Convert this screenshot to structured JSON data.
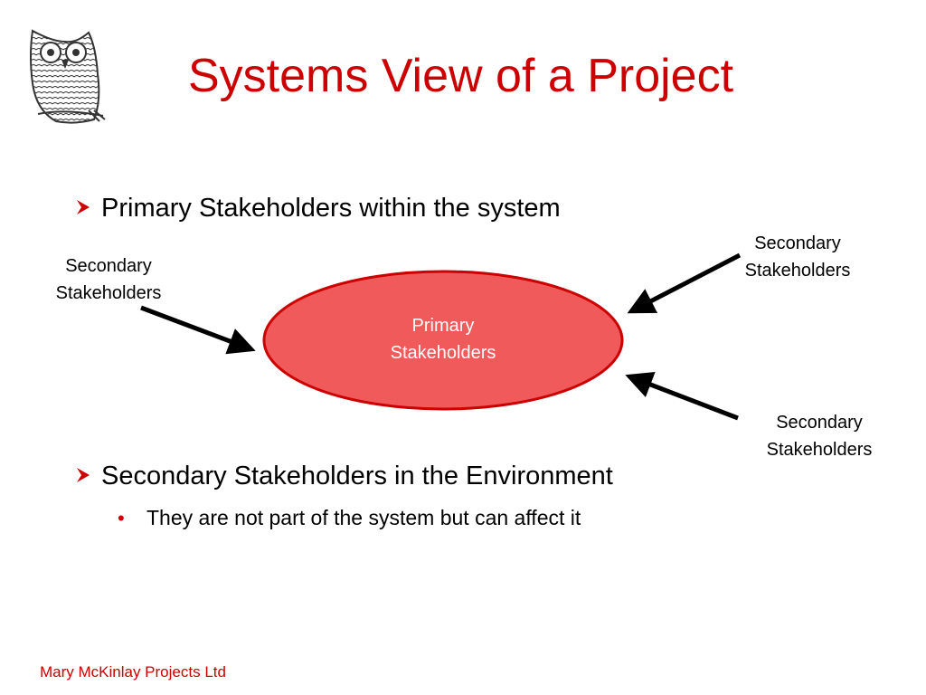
{
  "slide": {
    "title": "Systems View of a Project",
    "bullets": [
      {
        "text": "Primary Stakeholders within the system"
      },
      {
        "text": "Secondary Stakeholders in the Environment"
      },
      {
        "text": "They are not part of the system but can affect it"
      }
    ],
    "footer": "Mary McKinlay Projects Ltd"
  },
  "diagram": {
    "primary": {
      "line1": "Primary",
      "line2": "Stakeholders"
    },
    "secondary_left": {
      "line1": "Secondary",
      "line2": "Stakeholders"
    },
    "secondary_top_right": {
      "line1": "Secondary",
      "line2": "Stakeholders"
    },
    "secondary_bottom_right": {
      "line1": "Secondary",
      "line2": "Stakeholders"
    }
  },
  "icons": {
    "logo": "owl-logo-icon",
    "bullet_primary": "arrowhead-bullet-icon",
    "bullet_secondary": "dot-bullet-icon"
  },
  "colors": {
    "title": "#cc0000",
    "ellipse_fill": "#f05a5a",
    "ellipse_stroke": "#cc0000",
    "bullet_marker": "#cc0000",
    "footer": "#cc0000",
    "arrow": "#000000"
  }
}
